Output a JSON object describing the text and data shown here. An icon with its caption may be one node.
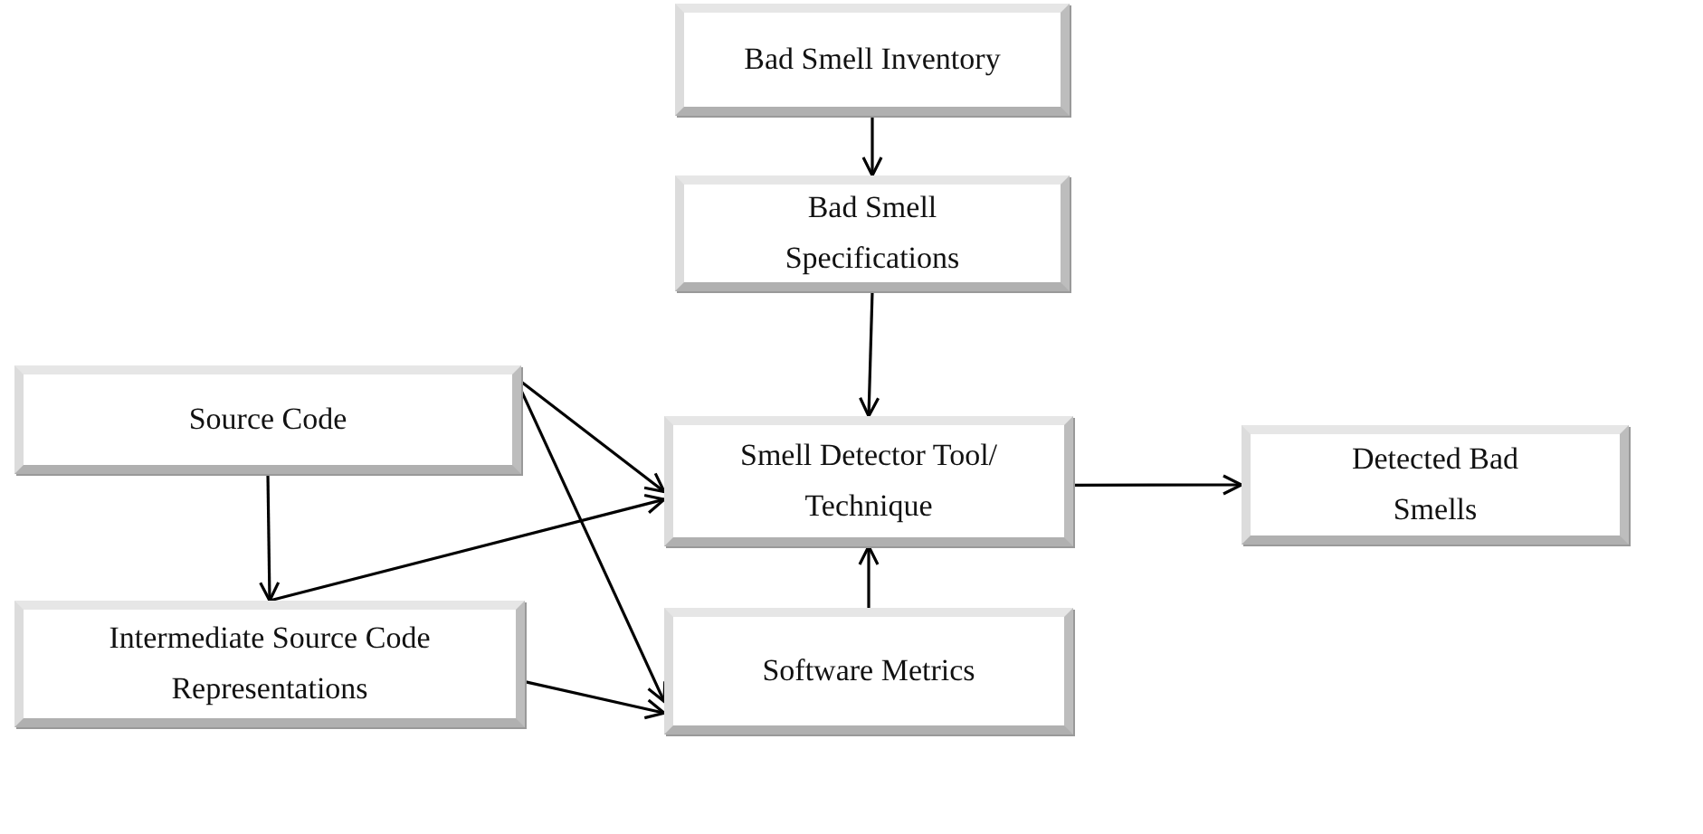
{
  "diagram": {
    "nodes": [
      {
        "text": [
          "Bad Smell Inventory"
        ]
      },
      {
        "text": [
          "Bad Smell Specifications"
        ]
      },
      {
        "text": [
          "Source Code"
        ]
      },
      {
        "text": [
          "Smell Detector Tool/ Technique"
        ]
      },
      {
        "text": [
          "Detected Bad Smells"
        ]
      },
      {
        "text": [
          "Intermediate Source Code Representations"
        ]
      },
      {
        "text": [
          "Software Metrics"
        ]
      }
    ],
    "edges": [
      {
        "from": 0,
        "to": 1,
        "arrow": "to"
      },
      {
        "from": 1,
        "to": 3,
        "arrow": "to"
      },
      {
        "from": 2,
        "to": 3,
        "arrow": "to"
      },
      {
        "from": 2,
        "to": 6,
        "arrow": "to"
      },
      {
        "from": 2,
        "to": 5,
        "arrow": "to"
      },
      {
        "from": 5,
        "to": 3,
        "arrow": "to"
      },
      {
        "from": 5,
        "to": 6,
        "arrow": "to"
      },
      {
        "from": 6,
        "to": 3,
        "arrow": "to"
      },
      {
        "from": 3,
        "to": 4,
        "arrow": "to"
      }
    ]
  }
}
